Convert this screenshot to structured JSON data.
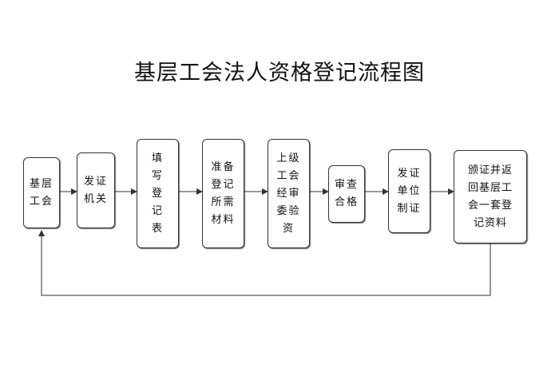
{
  "diagram": {
    "title": "基层工会法人资格登记流程图",
    "line_color": "#333333",
    "steps": [
      {
        "id": "step-1",
        "label": "基层\n工会"
      },
      {
        "id": "step-2",
        "label": "发证\n机关"
      },
      {
        "id": "step-3",
        "label": "填\n写\n登\n记\n表"
      },
      {
        "id": "step-4",
        "label": "准备\n登记\n所需\n材料"
      },
      {
        "id": "step-5",
        "label": "上级\n工会\n经审\n委验\n资"
      },
      {
        "id": "step-6",
        "label": "审查\n合格"
      },
      {
        "id": "step-7",
        "label": "发证\n单位\n制证"
      },
      {
        "id": "step-8",
        "label": "颁证并返\n回基层工\n会一套登\n记资料"
      }
    ]
  }
}
